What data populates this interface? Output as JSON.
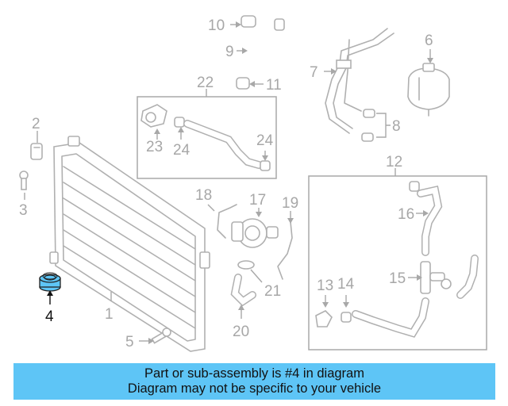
{
  "diagram": {
    "callouts": [
      {
        "num": "1"
      },
      {
        "num": "2"
      },
      {
        "num": "3"
      },
      {
        "num": "4",
        "highlighted": true
      },
      {
        "num": "5"
      },
      {
        "num": "6"
      },
      {
        "num": "7"
      },
      {
        "num": "8"
      },
      {
        "num": "9"
      },
      {
        "num": "10"
      },
      {
        "num": "11"
      },
      {
        "num": "12"
      },
      {
        "num": "13"
      },
      {
        "num": "14"
      },
      {
        "num": "15"
      },
      {
        "num": "16"
      },
      {
        "num": "17"
      },
      {
        "num": "18"
      },
      {
        "num": "19"
      },
      {
        "num": "20"
      },
      {
        "num": "21"
      },
      {
        "num": "22"
      },
      {
        "num": "23"
      },
      {
        "num": "24"
      },
      {
        "num": "24"
      }
    ],
    "highlight_color": "#5ec5f6",
    "line_color": "#b0b0b0"
  },
  "banner": {
    "line1": "Part or sub-assembly is #4 in diagram",
    "line2": "Diagram may not be specific to your vehicle",
    "background": "#5ec5f6"
  }
}
